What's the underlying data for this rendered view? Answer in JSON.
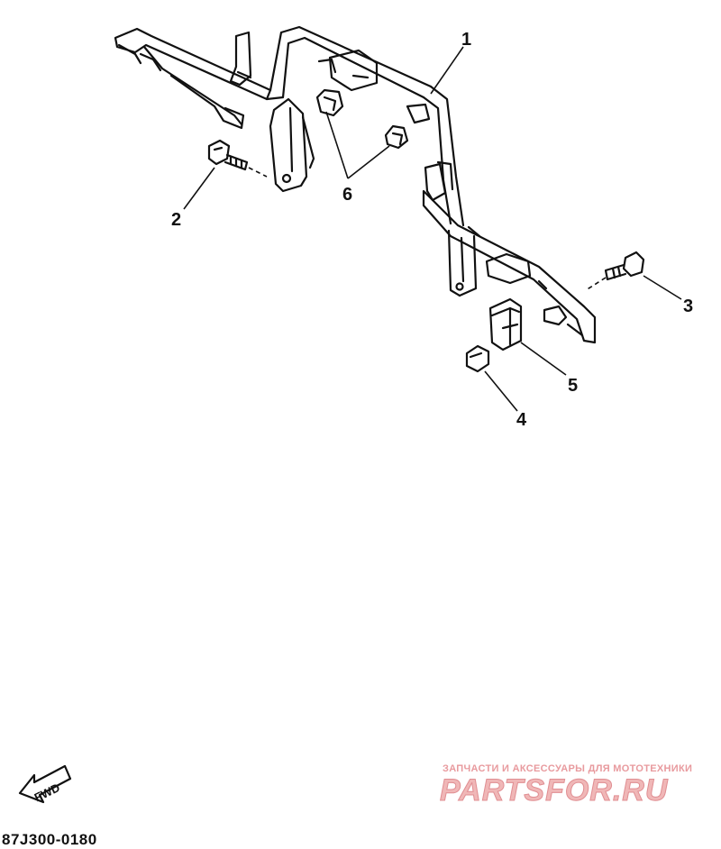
{
  "diagram": {
    "callouts": [
      {
        "id": "1",
        "label": "1"
      },
      {
        "id": "2",
        "label": "2"
      },
      {
        "id": "3",
        "label": "3"
      },
      {
        "id": "4",
        "label": "4"
      },
      {
        "id": "5",
        "label": "5"
      },
      {
        "id": "6",
        "label": "6"
      }
    ],
    "direction_arrow": "FWD",
    "drawing_code": "87J300-0180"
  },
  "watermark": {
    "tagline": "ЗАПЧАСТИ И АКСЕССУАРЫ ДЛЯ МОТОТЕХНИКИ",
    "brand": "PARTSFOR.RU",
    "color": "#e89a9e"
  }
}
